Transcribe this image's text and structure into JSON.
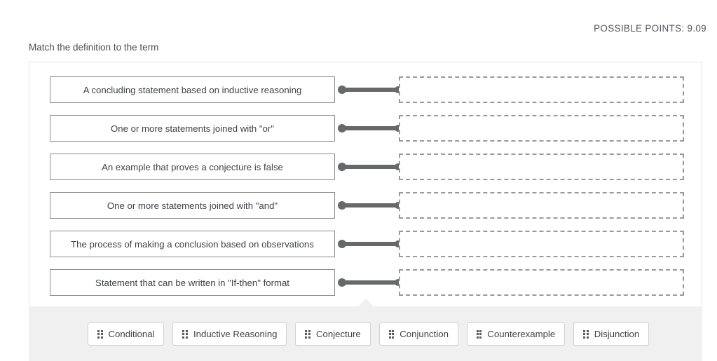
{
  "header": {
    "points_label": "POSSIBLE POINTS: 9.09",
    "prompt": "Match the definition to the term"
  },
  "match": {
    "rows": [
      {
        "definition": "A concluding statement based on inductive reasoning",
        "answer": ""
      },
      {
        "definition": "One or more statements joined with \"or\"",
        "answer": ""
      },
      {
        "definition": "An example that proves a conjecture is false",
        "answer": ""
      },
      {
        "definition": "One or more statements joined with \"and\"",
        "answer": ""
      },
      {
        "definition": "The process of making a conclusion based on observations",
        "answer": ""
      },
      {
        "definition": "Statement that can be written in \"If-then\" format",
        "answer": ""
      }
    ]
  },
  "tray": {
    "terms": [
      {
        "label": "Conditional",
        "icon": "drag-grip-icon"
      },
      {
        "label": "Inductive Reasoning",
        "icon": "drag-grip-icon"
      },
      {
        "label": "Conjecture",
        "icon": "drag-grip-icon"
      },
      {
        "label": "Conjunction",
        "icon": "drag-grip-icon"
      },
      {
        "label": "Counterexample",
        "icon": "drag-grip-icon"
      },
      {
        "label": "Disjunction",
        "icon": "drag-grip-icon"
      }
    ]
  },
  "colors": {
    "text": "#3f4246",
    "connector": "#666869",
    "tray_bg": "#f0f0f0",
    "dropzone_border": "#9a9a9a"
  }
}
